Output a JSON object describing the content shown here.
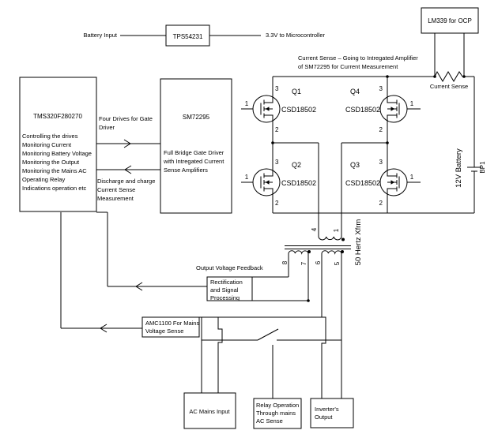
{
  "colors": {
    "ink": "#000000",
    "background": "#ffffff"
  },
  "power_rail": {
    "battery_input": "Battery Input",
    "regulator": "TPS54231",
    "mcu_supply": "3.3V to Microcontroller"
  },
  "ocp": {
    "comparator": "LM339 for OCP",
    "shunt": "Current Sense"
  },
  "notes": {
    "current_sense_1": "Current Sense – Going to Intregated Amplifier",
    "current_sense_2": "of SM72295 for Current Measurement",
    "output_feedback": "Output Voltage Feedback"
  },
  "mcu": {
    "title": "TMS320F280270",
    "functions": [
      "Controlling the drives",
      "Monitoring Current",
      "Monitoring Battery Voltage",
      "Monitoring the Output",
      "Monitoring the Mains AC",
      "Operating Relay",
      "Indications operation etc"
    ]
  },
  "gate_driver": {
    "title": "SM72295",
    "description": [
      "Full Bridge Gate Driver",
      "with Intregated Current",
      "Sense Amplifiers"
    ]
  },
  "buses": {
    "drives": [
      "Four Drives for Gate",
      "Driver"
    ],
    "sense": [
      "Discharge and charge",
      "Current Sense",
      "Measurement"
    ]
  },
  "mosfets": [
    {
      "ref": "Q1",
      "part": "CSD18502",
      "pin_drain": "3",
      "pin_source": "2",
      "pin_gate": "1"
    },
    {
      "ref": "Q2",
      "part": "CSD18502",
      "pin_drain": "3",
      "pin_source": "2",
      "pin_gate": "1"
    },
    {
      "ref": "Q3",
      "part": "CSD18502",
      "pin_drain": "3",
      "pin_source": "2",
      "pin_gate": "1"
    },
    {
      "ref": "Q4",
      "part": "CSD18502",
      "pin_drain": "3",
      "pin_source": "2",
      "pin_gate": "1"
    }
  ],
  "battery": {
    "label": "12V Battery",
    "ref": "BP1"
  },
  "transformer": {
    "label": "50 Hertz Xfrm",
    "pin4": "4",
    "pin1": "1",
    "pin8": "8",
    "pin7": "7",
    "pin6": "6",
    "pin5": "5"
  },
  "rectifier": {
    "lines": [
      "Rectification",
      "and Signal",
      "Processing"
    ]
  },
  "mains_sense": {
    "lines": [
      "AMC1100 For Mains",
      "Voltage Sense"
    ]
  },
  "outputs": {
    "ac_mains": "AC Mains Input",
    "relay": [
      "Relay Operation",
      "Through mains",
      "AC Sense"
    ],
    "inverter": [
      "Inverter's",
      "Output"
    ]
  }
}
